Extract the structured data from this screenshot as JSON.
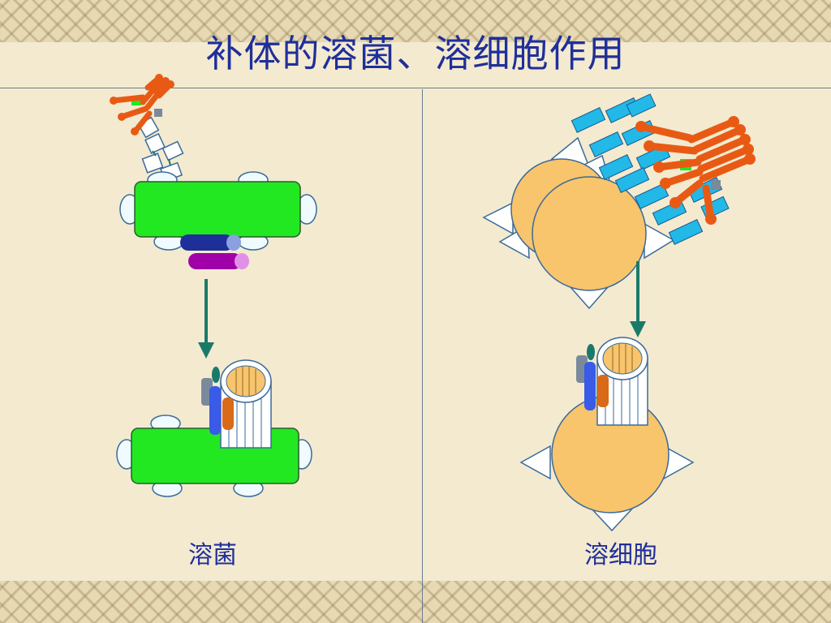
{
  "title": "补体的溶菌、溶细胞作用",
  "left_panel": {
    "caption": "溶菌"
  },
  "right_panel": {
    "caption": "溶细胞"
  },
  "colors": {
    "bacterium": "#22e822",
    "cell": "#f8c46c",
    "complement_rod": "#e85a14",
    "receptor": "#22b8e8",
    "arrow": "#1a7a6a",
    "title": "#1f2f9a",
    "blue_cylinder": "#1e2f9a",
    "purple_cylinder": "#a000a8"
  }
}
